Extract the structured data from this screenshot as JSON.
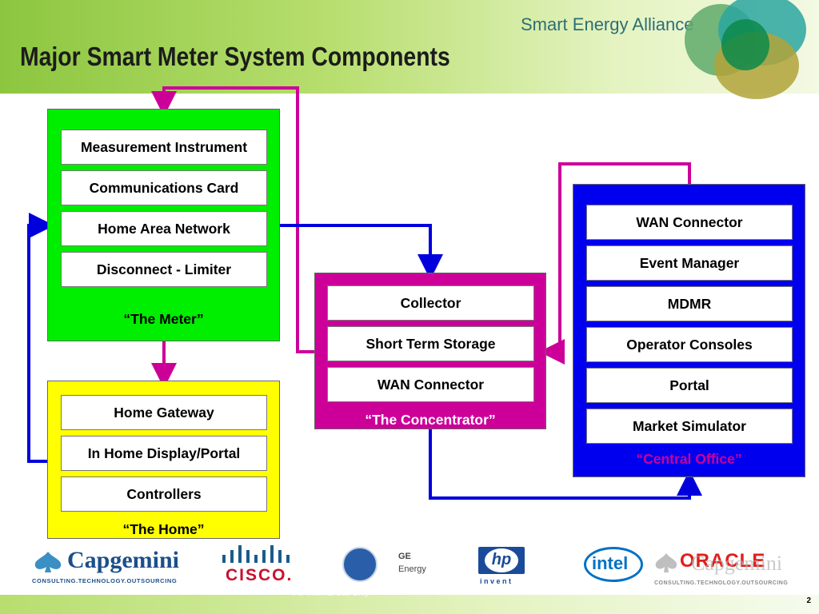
{
  "header": {
    "title": "Major Smart Meter System Components",
    "brand": "Smart Energy Alliance"
  },
  "meter": {
    "items": [
      "Measurement Instrument",
      "Communications Card",
      "Home Area Network",
      "Disconnect - Limiter"
    ],
    "caption": "“The Meter”"
  },
  "home": {
    "items": [
      "Home Gateway",
      "In Home Display/Portal",
      "Controllers"
    ],
    "caption": "“The Home”"
  },
  "concentrator": {
    "items": [
      "Collector",
      "Short Term Storage",
      "WAN Connector"
    ],
    "caption": "“The Concentrator”"
  },
  "office": {
    "items": [
      "WAN Connector",
      "Event Manager",
      "MDMR",
      "Operator Consoles",
      "Portal",
      "Market Simulator"
    ],
    "caption": "“Central Office”"
  },
  "logos": {
    "capgemini": "Capgemini",
    "capgemini_tag": "CONSULTING.TECHNOLOGY.OUTSOURCING",
    "cisco": "CISCO.",
    "ge_top": "GE",
    "ge_bottom": "Energy",
    "hp_mark": "hp",
    "hp_tag": "i n v e n t",
    "intel": "intel",
    "oracle": "ORACLE",
    "capgemini2": "Capgemini",
    "capgemini2_tag": "CONSULTING.TECHNOLOGY.OUTSOURCING"
  },
  "footer": {
    "page_number": "2",
    "faint_text": "For Internal Use Only"
  },
  "colors": {
    "meter": "#00ee00",
    "home": "#ffff00",
    "concentrator": "#cc0099",
    "office": "#0000ee",
    "connector_magenta": "#cc0099",
    "connector_blue": "#0000dd"
  }
}
